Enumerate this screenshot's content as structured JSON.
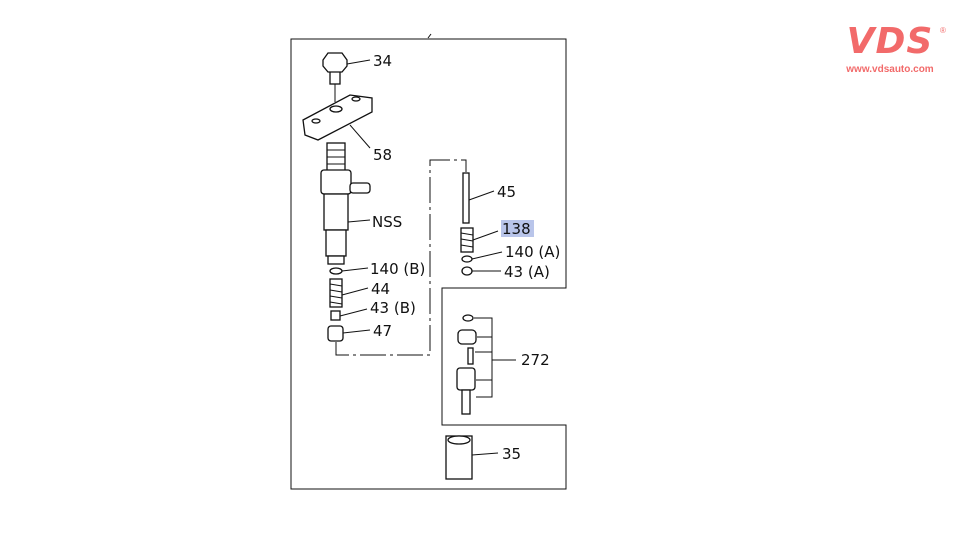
{
  "logo": {
    "brand": "VDS",
    "url": "www.vdsauto.com",
    "color": "#f26a6a"
  },
  "diagram": {
    "callouts": {
      "p34": "34",
      "p58": "58",
      "nss": "NSS",
      "p140b": "140 (B)",
      "p44": "44",
      "p43b": "43 (B)",
      "p47": "47",
      "p45": "45",
      "p138": "138",
      "p140a": "140 (A)",
      "p43a": "43 (A)",
      "p272": "272",
      "p35": "35"
    },
    "highlight_color": "#b9c5ea"
  }
}
